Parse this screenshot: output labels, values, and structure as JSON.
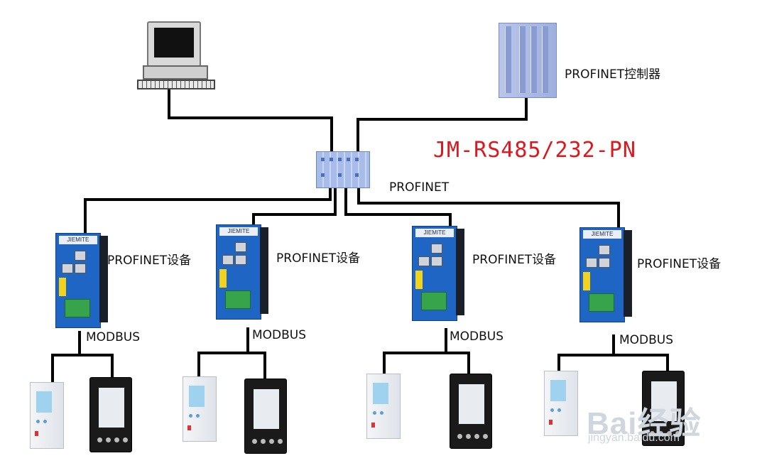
{
  "diagram": {
    "title": "JM-RS485/232-PN",
    "controller_label": "PROFINET控制器",
    "network_label": "PROFINET",
    "gateway_brand": "JIEMITE",
    "gateway_labels": [
      "PROFINET设备",
      "PROFINET设备",
      "PROFINET设备",
      "PROFINET设备"
    ],
    "bus_labels": [
      "MODBUS",
      "MODBUS",
      "MODBUS",
      "MODBUS"
    ],
    "watermark": "Bai经验",
    "watermark_url": "jingyan.baidu.com",
    "colors": {
      "title": "#e0161d",
      "wire": "#000000",
      "gateway": "#1f66c4"
    }
  }
}
